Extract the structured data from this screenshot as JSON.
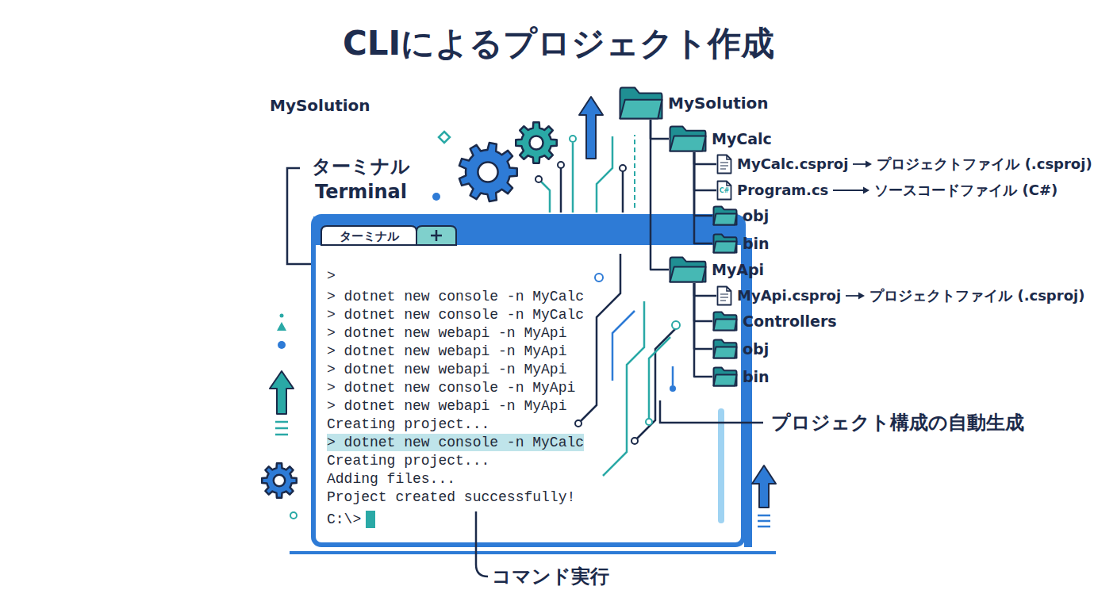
{
  "diagram": {
    "title": "CLIによるプロジェクト作成",
    "nodes": [
      {
        "text": [
          "ターミナル",
          ">",
          "> dotnet new console -n MyCalc",
          "> dotnet new console -n MyCalc",
          "> dotnet new webapi -n MyApi",
          "> dotnet new webapi -n MyApi",
          "> dotnet new webapi -n MyApi",
          "> dotnet new console -n MyApi",
          "> dotnet new webapi -n MyApi",
          "Creating project...",
          "> dotnet new console -n MyCalc",
          "Creating project...",
          "Adding files...",
          "Project created successfully!",
          "C:\\>"
        ]
      },
      {
        "text": [
          "MySolution"
        ]
      },
      {
        "text": [
          "MyCalc"
        ]
      },
      {
        "text": [
          "MyCalc.csproj",
          "プロジェクトファイル (.csproj)"
        ]
      },
      {
        "text": [
          "C#",
          "Program.cs",
          "ソースコードファイル (C#)"
        ]
      },
      {
        "text": [
          "obj"
        ]
      },
      {
        "text": [
          "bin"
        ]
      },
      {
        "text": [
          "MyApi"
        ]
      },
      {
        "text": [
          "MyApi.csproj",
          "プロジェクトファイル (.csproj)"
        ]
      },
      {
        "text": [
          "Controllers"
        ]
      },
      {
        "text": [
          "obj"
        ]
      },
      {
        "text": [
          "bin"
        ]
      }
    ],
    "edges": [
      {
        "from": 1,
        "to": 2,
        "arrow": "none"
      },
      {
        "from": 2,
        "to": 3,
        "arrow": "none"
      },
      {
        "from": 2,
        "to": 4,
        "arrow": "none"
      },
      {
        "from": 2,
        "to": 5,
        "arrow": "none"
      },
      {
        "from": 2,
        "to": 6,
        "arrow": "none"
      },
      {
        "from": 1,
        "to": 7,
        "arrow": "none"
      },
      {
        "from": 7,
        "to": 8,
        "arrow": "none"
      },
      {
        "from": 7,
        "to": 9,
        "arrow": "none"
      },
      {
        "from": 7,
        "to": 10,
        "arrow": "none"
      },
      {
        "from": 7,
        "to": 11,
        "arrow": "none"
      }
    ],
    "labels": [
      "MySolution",
      "ターミナル Terminal",
      "プロジェクト構成の自動生成",
      "コマンド実行"
    ]
  }
}
